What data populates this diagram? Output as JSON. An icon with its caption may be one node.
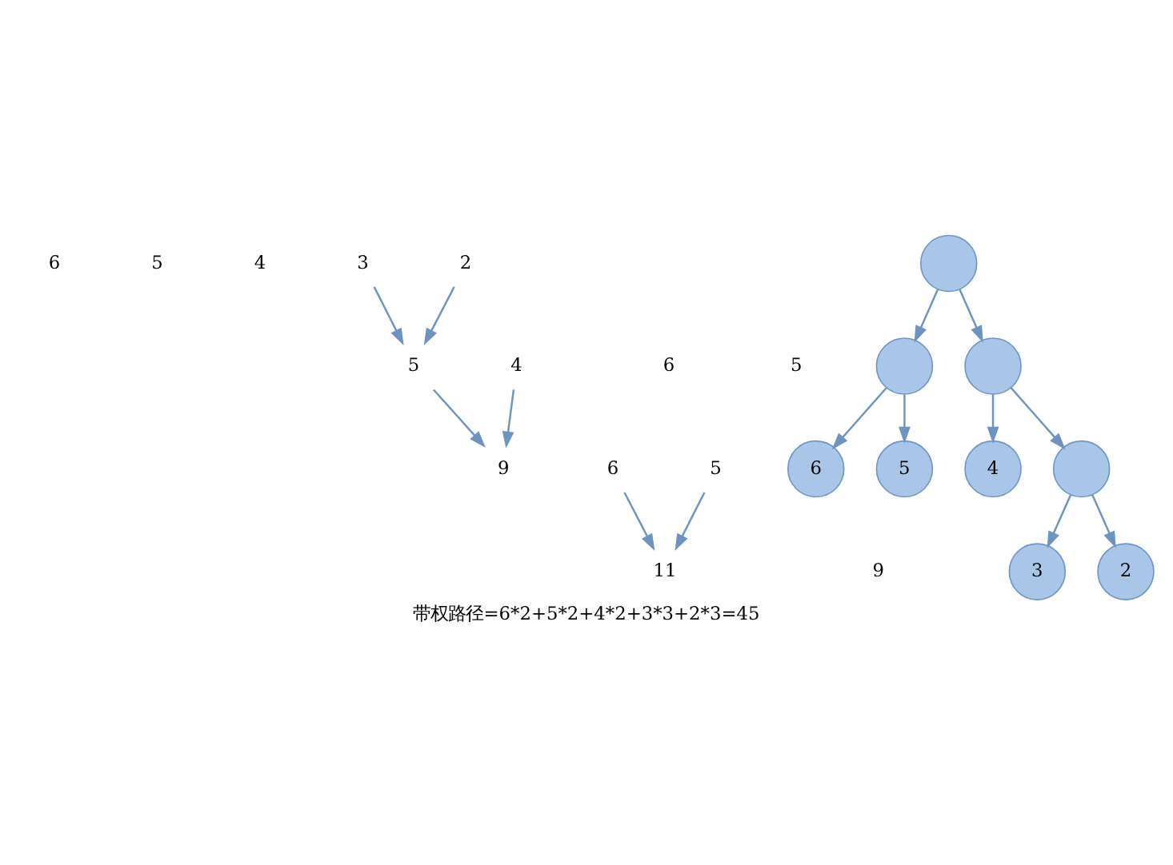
{
  "diagram": {
    "caption": "带权路径=6*2+5*2+4*2+3*3+2*3=45",
    "nodes": [
      {
        "text": [
          "6"
        ]
      },
      {
        "text": [
          "5"
        ]
      },
      {
        "text": [
          "4"
        ]
      },
      {
        "text": [
          "3"
        ]
      },
      {
        "text": [
          "2"
        ]
      },
      {
        "text": [
          "6"
        ]
      },
      {
        "text": [
          "5"
        ]
      },
      {
        "text": [
          "5"
        ]
      },
      {
        "text": [
          "4"
        ]
      },
      {
        "text": [
          "9"
        ]
      },
      {
        "text": [
          "6"
        ]
      },
      {
        "text": [
          "5"
        ]
      },
      {
        "text": [
          "11"
        ]
      },
      {
        "text": [
          "9"
        ]
      },
      {
        "text": [],
        "shape": "circle"
      },
      {
        "text": [],
        "shape": "circle"
      },
      {
        "text": [],
        "shape": "circle"
      },
      {
        "text": [
          "6"
        ]
      },
      {
        "text": [
          "5"
        ]
      },
      {
        "text": [
          "4"
        ]
      },
      {
        "text": [],
        "shape": "circle"
      },
      {
        "text": [
          "3"
        ]
      },
      {
        "text": [
          "2"
        ]
      }
    ],
    "edges": [
      {
        "from": 3,
        "to": 7,
        "arrow": "to"
      },
      {
        "from": 4,
        "to": 7,
        "arrow": "to"
      },
      {
        "from": 7,
        "to": 9,
        "arrow": "to"
      },
      {
        "from": 8,
        "to": 9,
        "arrow": "to"
      },
      {
        "from": 10,
        "to": 12,
        "arrow": "to"
      },
      {
        "from": 11,
        "to": 12,
        "arrow": "to"
      },
      {
        "from": 14,
        "to": 15,
        "arrow": "to"
      },
      {
        "from": 14,
        "to": 16,
        "arrow": "to"
      },
      {
        "from": 15,
        "to": 17,
        "arrow": "to"
      },
      {
        "from": 15,
        "to": 18,
        "arrow": "to"
      },
      {
        "from": 16,
        "to": 19,
        "arrow": "to"
      },
      {
        "from": 16,
        "to": 20,
        "arrow": "to"
      },
      {
        "from": 20,
        "to": 21,
        "arrow": "to"
      },
      {
        "from": 20,
        "to": 22,
        "arrow": "to"
      }
    ]
  }
}
